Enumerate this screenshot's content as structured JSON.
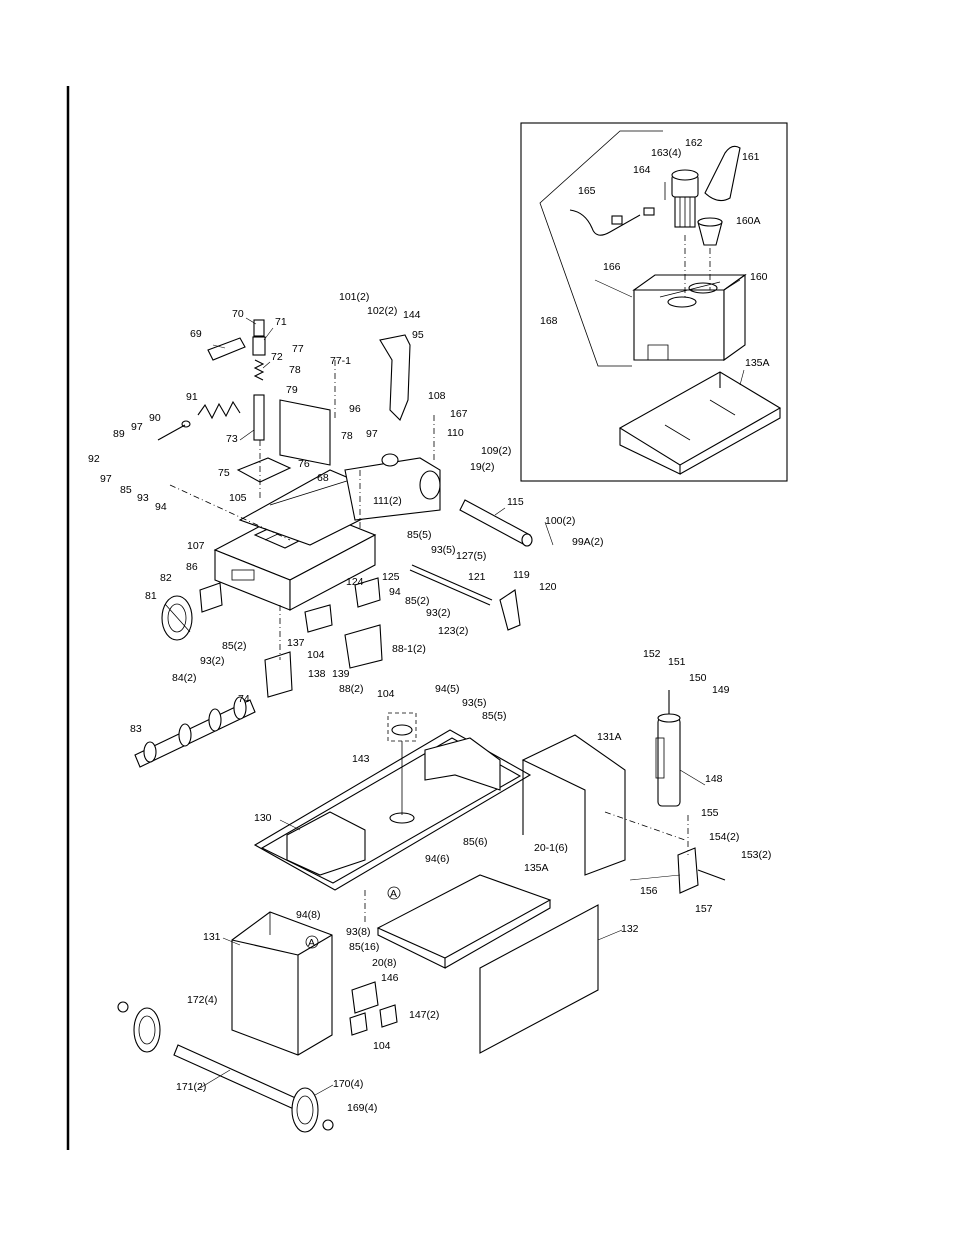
{
  "labels": {
    "l69": "69",
    "l70": "70",
    "l71": "71",
    "l72": "72",
    "l73": "73",
    "l74": "74",
    "l75": "75",
    "l76": "76",
    "l77": "77",
    "l77_1": "77-1",
    "l78a": "78",
    "l78b": "78",
    "l79": "79",
    "l81": "81",
    "l82": "82",
    "l83": "83",
    "l84": "84(2)",
    "l85a": "85",
    "l85b": "85(2)",
    "l85c": "85(5)",
    "l85d": "85(2)",
    "l85e": "85(5)",
    "l85f": "85(6)",
    "l85g": "85(16)",
    "l86": "86",
    "l88_1": "88-1(2)",
    "l88": "88(2)",
    "l89": "89",
    "l90": "90",
    "l91": "91",
    "l92": "92",
    "l93a": "93",
    "l93b": "93(2)",
    "l93c": "93(5)",
    "l93d": "93(2)",
    "l93e": "93(5)",
    "l93f": "93(8)",
    "l94a": "94",
    "l94b": "94",
    "l94c": "94(5)",
    "l94d": "94(6)",
    "l94e": "94(8)",
    "l95": "95",
    "l96": "96",
    "l97a": "97",
    "l97b": "97",
    "l97c": "97",
    "l99a": "99A(2)",
    "l100": "100(2)",
    "l101": "101(2)",
    "l102": "102(2)",
    "l104a": "104",
    "l104b": "104",
    "l104c": "104",
    "l105": "105",
    "l107": "107",
    "l108": "108",
    "l109": "109(2)",
    "l110": "110",
    "l111": "111(2)",
    "l115": "115",
    "l119": "119",
    "l120": "120",
    "l121": "121",
    "l123": "123(2)",
    "l124": "124",
    "l125": "125",
    "l127": "127(5)",
    "l130": "130",
    "l131": "131",
    "l131a": "131A",
    "l132": "132",
    "l135a_inset": "135A",
    "l135a": "135A",
    "l137": "137",
    "l138": "138",
    "l139": "139",
    "l143": "143",
    "l144": "144",
    "l146": "146",
    "l147": "147(2)",
    "l148": "148",
    "l149": "149",
    "l150": "150",
    "l151": "151",
    "l152": "152",
    "l153": "153(2)",
    "l154": "154(2)",
    "l155": "155",
    "l156": "156",
    "l157": "157",
    "l160": "160",
    "l160a": "160A",
    "l161": "161",
    "l162": "162",
    "l163": "163(4)",
    "l164": "164",
    "l165": "165",
    "l166": "166",
    "l167": "167",
    "l168": "168",
    "l169": "169(4)",
    "l170": "170(4)",
    "l171": "171(2)",
    "l172": "172(4)",
    "l19": "19(2)",
    "l20_1": "20-1(6)",
    "l20": "20(8)",
    "l68": "68",
    "refA1": "A",
    "refA2": "A"
  }
}
